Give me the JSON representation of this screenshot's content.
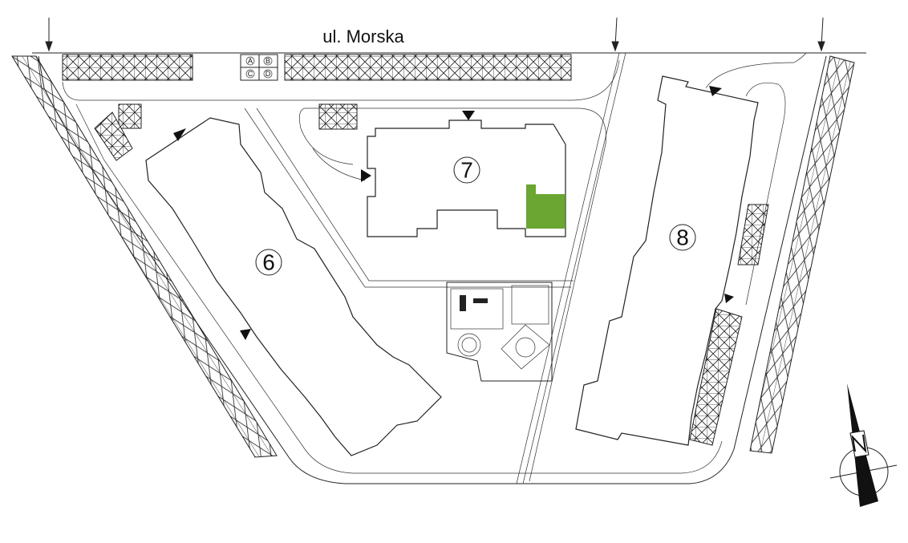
{
  "street": {
    "name": "ul. Morska"
  },
  "buildings": [
    {
      "label": "6"
    },
    {
      "label": "7"
    },
    {
      "label": "8"
    }
  ],
  "parking_zones": [
    "A",
    "B",
    "C",
    "D"
  ],
  "colors": {
    "highlight": "#6aa631",
    "line": "#222222",
    "background": "#ffffff"
  },
  "icons": [
    "entry-arrow-icon",
    "north-arrow-icon",
    "playground-icon"
  ]
}
